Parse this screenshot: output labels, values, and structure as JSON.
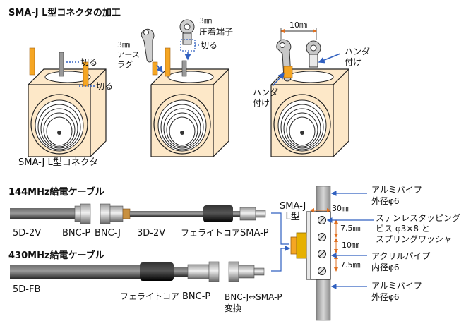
{
  "top": {
    "title": "SMA-J L型コネクタの加工",
    "left": {
      "cut1": "切る",
      "cut2": "切る",
      "caption": "SMA-J L型コネクタ"
    },
    "middle": {
      "lug_small": "3㎜\nアース\nラグ",
      "lug_big_size": "3㎜",
      "lug_big_name": "圧着端子",
      "cut": "切る"
    },
    "right": {
      "width": "10㎜",
      "solder_right": "ハンダ\n付け",
      "solder_left": "ハンダ\n付け"
    }
  },
  "cable144": {
    "title": "144MHz給電ケーブル",
    "labels": [
      "5D-2V",
      "BNC-P",
      "BNC-J",
      "3D-2V",
      "フェライトコア",
      "SMA-P"
    ]
  },
  "cable430": {
    "title": "430MHz給電ケーブル",
    "labels": [
      "5D-FB",
      "フェライトコア",
      "BNC-P",
      "BNC-J⇔SMA-P\n変換"
    ]
  },
  "mount": {
    "connector": "SMA-J\nL型",
    "width": "30㎜",
    "spacing1": "7.5㎜",
    "spacing2": "10㎜",
    "spacing3": "7.5㎜",
    "pipe_top": "アルミパイプ\n外径φ6",
    "screws": "ステンレスタッピング\nビス φ3×8 と\nスプリングワッシャ",
    "acrylic": "アクリルパイプ\n内径φ6",
    "pipe_bottom": "アルミパイプ\n外径φ6"
  },
  "colors": {
    "body": "#fde8c8",
    "outline": "#222222",
    "orange": "#f5a623",
    "leader": "#3060c0",
    "dim": "#e07020",
    "pipe": "#b0b0b0",
    "cable": "#505050",
    "ferrite": "#1a1a1a"
  }
}
